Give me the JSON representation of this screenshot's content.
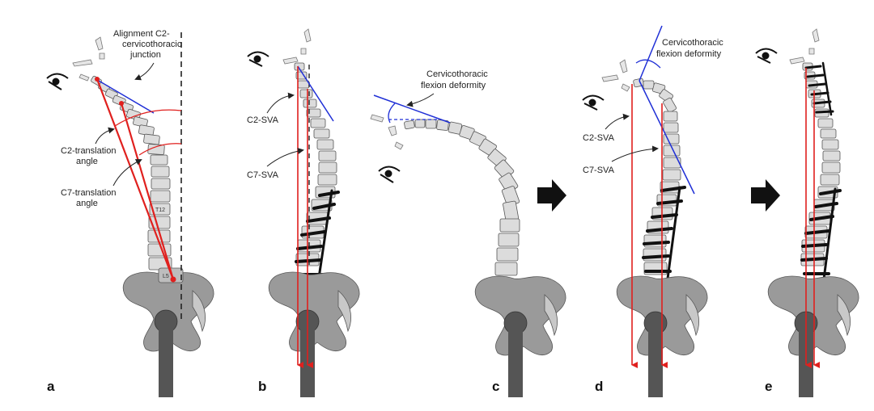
{
  "panels": [
    {
      "letter": "a"
    },
    {
      "letter": "b"
    },
    {
      "letter": "c"
    },
    {
      "letter": "d"
    },
    {
      "letter": "e"
    }
  ],
  "labels": {
    "alignment_l1": "Alignment C2-",
    "alignment_l2": "cervicothoracic",
    "alignment_l3": "junction",
    "c2_angle_l1": "C2-translation",
    "c2_angle_l2": "angle",
    "c7_angle_l1": "C7-translation",
    "c7_angle_l2": "angle",
    "t12": "T12",
    "l5": "L5",
    "c2_sva_b": "C2-SVA",
    "c7_sva_b": "C7-SVA",
    "ct_def_c_l1": "Cervicothoracic",
    "ct_def_c_l2": "flexion deformity",
    "ct_def_d_l1": "Cervicothoracic",
    "ct_def_d_l2": "flexion deformity",
    "c2_sva_d": "C2-SVA",
    "c7_sva_d": "C7-SVA"
  },
  "colors": {
    "red_line": "#e0201e",
    "blue_line": "#1f2fd6",
    "bone": "#dcdcdc",
    "pelvis": "#9a9a9a",
    "femur": "#555555",
    "hardware": "#111111"
  },
  "icons": [
    "eye-icon",
    "arrow-right-icon"
  ]
}
